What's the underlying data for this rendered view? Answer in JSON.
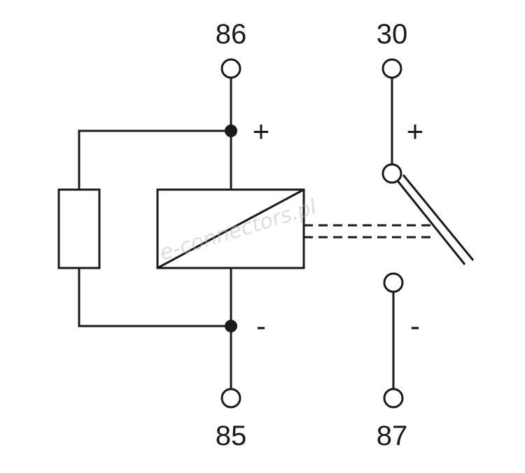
{
  "pins": {
    "p86": "86",
    "p85": "85",
    "p30": "30",
    "p87": "87"
  },
  "signs": {
    "coil_plus": "+",
    "coil_minus": "-",
    "contact_plus": "+",
    "contact_minus": "-"
  },
  "watermark": "e-connectors.pl",
  "colors": {
    "line": "#1a1a1a",
    "background": "#ffffff",
    "watermark": "#b4b4b4"
  }
}
